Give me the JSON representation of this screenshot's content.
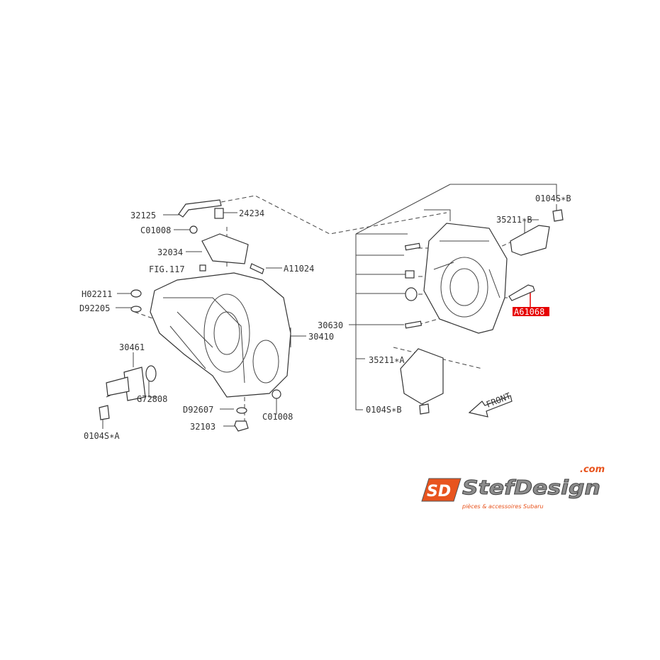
{
  "labels": {
    "p32125": "32125",
    "p24234": "24234",
    "pC01008a": "C01008",
    "p32034": "32034",
    "fig117": "FIG.117",
    "pA11024": "A11024",
    "pH02211": "H02211",
    "pD92205": "D92205",
    "p30461": "30461",
    "p30410": "30410",
    "pG72808": "G72808",
    "pD92607": "D92607",
    "pC01008b": "C01008",
    "p32103": "32103",
    "p0104SA": "0104S∗A",
    "p0104SB_top": "0104S∗B",
    "p35211B": "35211∗B",
    "p30630": "30630",
    "pA61068": "A61068",
    "p35211A": "35211∗A",
    "p0104SB_bot": "0104S∗B",
    "front": "FRONT"
  },
  "highlight": {
    "part": "A61068",
    "color": "#e60000"
  },
  "logo": {
    "brand": "StefDesign",
    "tld": ".com",
    "tagline": "pièces & accessoires Subaru",
    "mark": "SD",
    "accent": "#e8541e"
  }
}
